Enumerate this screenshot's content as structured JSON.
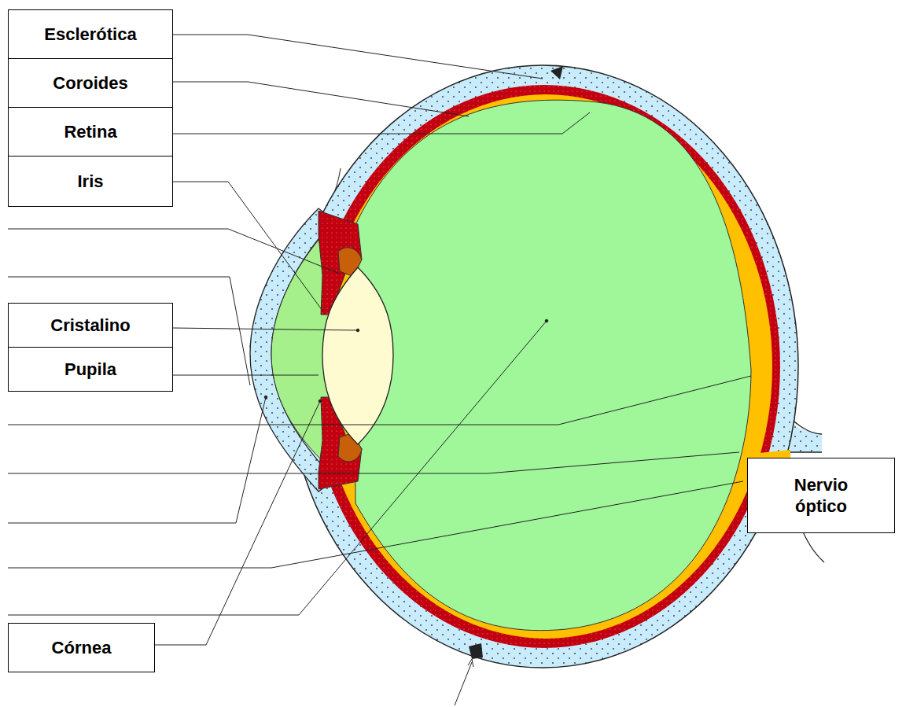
{
  "diagram": {
    "nodes": [
      {
        "text": [
          "Esclerótica"
        ]
      },
      {
        "text": [
          "Coroides"
        ]
      },
      {
        "text": [
          "Retina"
        ]
      },
      {
        "text": [
          "Iris"
        ]
      },
      {
        "text": [
          "Cristalino"
        ]
      },
      {
        "text": [
          "Pupila"
        ]
      },
      {
        "text": [
          "Nervio óptico"
        ]
      },
      {
        "text": [
          "Córnea"
        ]
      }
    ]
  }
}
